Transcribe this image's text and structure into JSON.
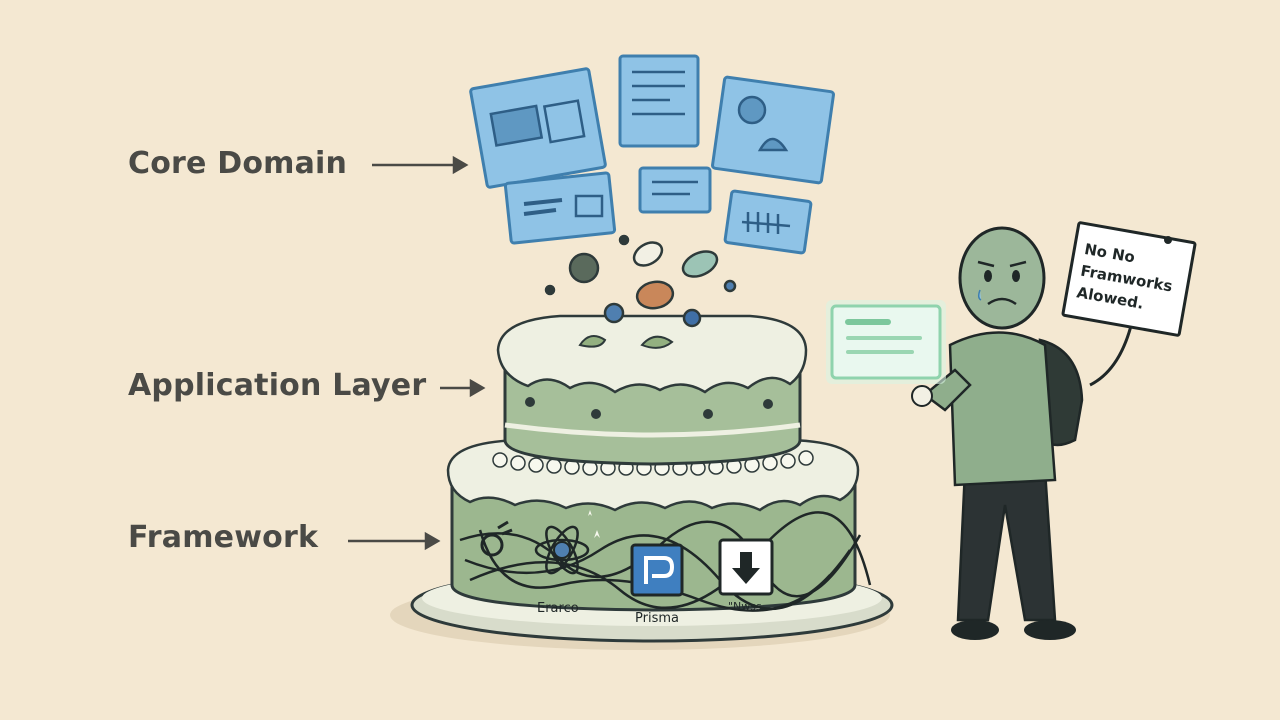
{
  "labels": {
    "core_domain": "Core Domain",
    "application_layer": "Application Layer",
    "framework": "Framework"
  },
  "sign": {
    "line1": "No No",
    "line2": "Framworks",
    "line3": "Alowed."
  },
  "framework_logos": {
    "logo1_caption": "Erarco",
    "logo2_caption": "Prisma",
    "logo3_caption": "\"Nwss"
  },
  "colors": {
    "background": "#f4e8d2",
    "card_blue": "#8fc3e6",
    "card_border": "#3f7fae",
    "cake_green": "#a6bf9a",
    "frosting": "#eef0e2",
    "ink": "#2e3a3a",
    "label_text": "#4a4a46"
  },
  "icons": [
    "arrow-right-icon",
    "atom-icon",
    "prisma-logo-icon",
    "download-icon",
    "gear-icon"
  ]
}
